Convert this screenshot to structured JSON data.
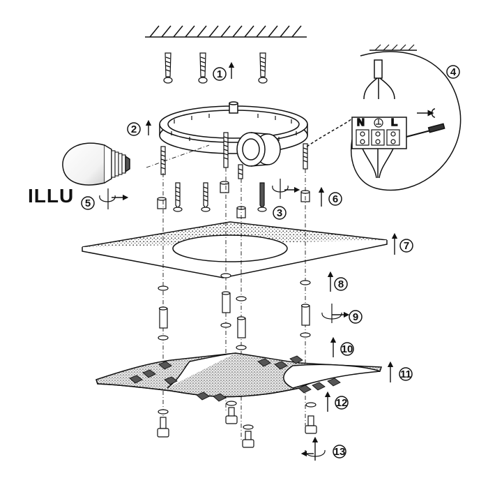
{
  "diagram": {
    "bulb_label": "ILLU",
    "terminals": {
      "neutral": "N",
      "live": "L"
    },
    "steps": [
      "1",
      "2",
      "3",
      "4",
      "5",
      "6",
      "7",
      "8",
      "9",
      "10",
      "11",
      "12",
      "13"
    ]
  },
  "colors": {
    "ink": "#111111",
    "paper": "#ffffff",
    "texture": "#444444"
  }
}
